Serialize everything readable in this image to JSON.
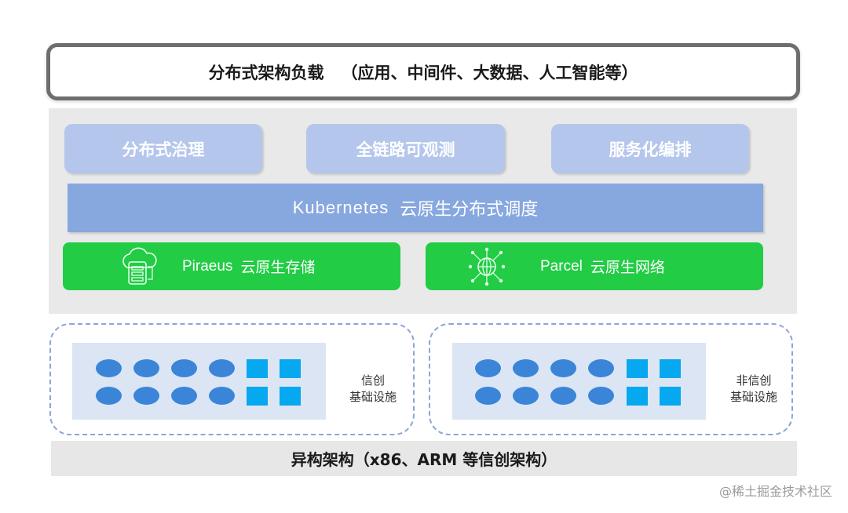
{
  "workload": {
    "title": "分布式架构负载",
    "examples": "（应用、中间件、大数据、人工智能等）"
  },
  "platform": {
    "governance": "分布式治理",
    "observability": "全链路可观测",
    "orchestration": "服务化编排",
    "scheduler": {
      "name": "Kubernetes",
      "desc": "云原生分布式调度"
    },
    "storage": {
      "name": "Piraeus",
      "desc": "云原生存储",
      "icon": "cloud-storage-icon"
    },
    "network": {
      "name": "Parcel",
      "desc": "云原生网络",
      "icon": "globe-network-icon"
    }
  },
  "infra": {
    "xinchuang": {
      "line1": "信创",
      "line2": "基础设施"
    },
    "non_xinchuang": {
      "line1": "非信创",
      "line2": "基础设施"
    }
  },
  "architecture": "异构架构（x86、ARM 等信创架构）",
  "watermark": "@稀土掘金技术社区",
  "colors": {
    "capsule": "#b4c6ec",
    "scheduler": "#87a7df",
    "green": "#22cc45",
    "node_dot": "#3b85d8",
    "node_square": "#06a8ef"
  }
}
